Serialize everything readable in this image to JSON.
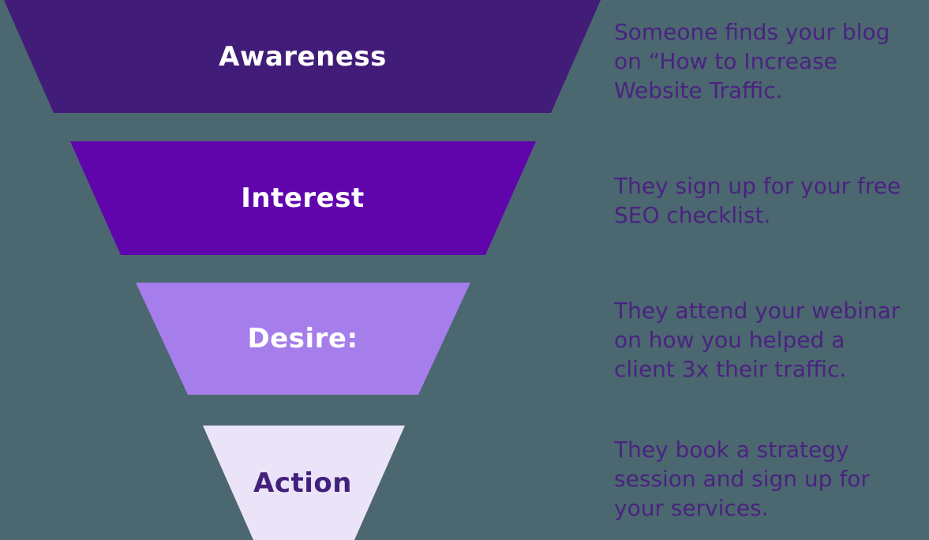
{
  "diagram": {
    "type": "marketing-funnel",
    "background_color": "#4B6770",
    "description_text_color": "#4A2380",
    "stages": [
      {
        "label": "Awareness",
        "color": "#411C78",
        "label_color": "#FFFFFF",
        "description": "Someone finds your blog\non “How to Increase\nWebsite Traffic."
      },
      {
        "label": "Interest",
        "color": "#6004AC",
        "label_color": "#FFFFFF",
        "description": "They sign up for your free\nSEO checklist."
      },
      {
        "label": "Desire:",
        "color": "#A57EEC",
        "label_color": "#FFFFFF",
        "description": "They attend your webinar\non how you helped a\nclient 3x their traffic."
      },
      {
        "label": "Action",
        "color": "#EBE4F8",
        "label_color": "#42217B",
        "description": "They book a strategy\nsession and sign up for\nyour services."
      }
    ]
  }
}
